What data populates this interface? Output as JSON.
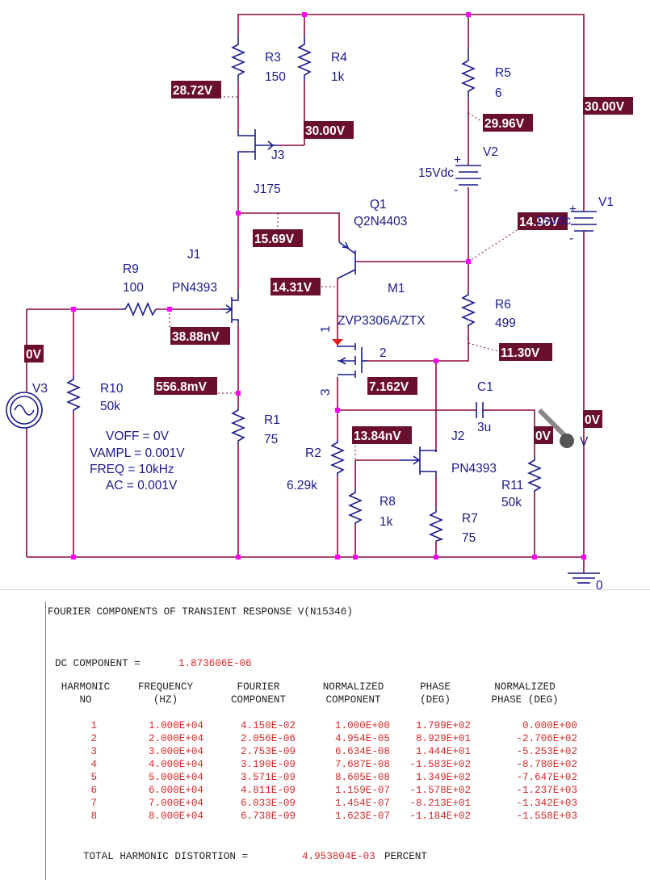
{
  "schematic": {
    "voltage_flags": {
      "r3_node": "28.72V",
      "j3_source": "30.00V",
      "top_rail": "30.00V",
      "v2_plus": "29.96V",
      "q1_emitter_node": "14.96V",
      "j1_drain": "15.69V",
      "q1_base": "14.31V",
      "j1_gate": "38.88nV",
      "r6_bottom": "11.30V",
      "j1_source": "556.8mV",
      "m1_source": "7.162V",
      "probe_out": "0V",
      "v3_node": "0V",
      "r11_node": "0V",
      "j2_gate": "13.84nV"
    },
    "labels": {
      "r3_name": "R3",
      "r3_value": "150",
      "r4_name": "R4",
      "r4_value": "1k",
      "r5_name": "R5",
      "r5_value": "6",
      "j3_name": "J3",
      "j3_model": "J175",
      "v2_name": "V2",
      "v2_value": "15Vdc",
      "v1_name": "V1",
      "v1_value": "15Vdc",
      "q1_name": "Q1",
      "q1_model": "Q2N4403",
      "j1_name": "J1",
      "j1_model": "PN4393",
      "r9_name": "R9",
      "r9_value": "100",
      "m1_name": "M1",
      "m1_model": "ZVP3306A/ZTX",
      "r6_name": "R6",
      "r6_value": "499",
      "m1_pin1": "1",
      "m1_pin2": "2",
      "m1_pin3": "3",
      "v3_name": "V3",
      "r10_name": "R10",
      "r10_value": "50k",
      "c1_name": "C1",
      "c1_value": "3u",
      "r1_name": "R1",
      "r1_value": "75",
      "j2_name": "J2",
      "j2_model": "PN4393",
      "r2_name": "R2",
      "r2_value": "6.29k",
      "r8_name": "R8",
      "r8_value": "1k",
      "r7_name": "R7",
      "r7_value": "75",
      "r11_name": "R11",
      "r11_value": "50k",
      "v_probe": "V",
      "plus_sign": "+",
      "minus_sign": "-",
      "ground_zero": "0"
    },
    "source_params": {
      "voff": "VOFF = 0V",
      "vampl": "VAMPL = 0.001V",
      "freq": "FREQ = 10kHz",
      "ac": "AC = 0.001V"
    },
    "colors": {
      "flag_bg": "#6b0f2f",
      "wire": "#8b0a3c",
      "component": "#1a1a8c",
      "node_dot": "#ff00ff",
      "marker": "#e02020"
    }
  },
  "output": {
    "title": "FOURIER COMPONENTS OF TRANSIENT RESPONSE V(N15346)",
    "dc_label": "DC COMPONENT =",
    "dc_value": "1.873606E-06",
    "headers": [
      [
        "HARMONIC",
        "NO"
      ],
      [
        "FREQUENCY",
        "(HZ)"
      ],
      [
        "FOURIER",
        "COMPONENT"
      ],
      [
        "NORMALIZED",
        "COMPONENT"
      ],
      [
        "PHASE",
        "(DEG)"
      ],
      [
        "NORMALIZED",
        "PHASE (DEG)"
      ]
    ],
    "rows": [
      [
        "1",
        "1.000E+04",
        "4.150E-02",
        "1.000E+00",
        "1.799E+02",
        "0.000E+00"
      ],
      [
        "2",
        "2.000E+04",
        "2.056E-06",
        "4.954E-05",
        "8.929E+01",
        "-2.706E+02"
      ],
      [
        "3",
        "3.000E+04",
        "2.753E-09",
        "6.634E-08",
        "1.444E+01",
        "-5.253E+02"
      ],
      [
        "4",
        "4.000E+04",
        "3.190E-09",
        "7.687E-08",
        "-1.583E+02",
        "-8.780E+02"
      ],
      [
        "5",
        "5.000E+04",
        "3.571E-09",
        "8.605E-08",
        "1.349E+02",
        "-7.647E+02"
      ],
      [
        "6",
        "6.000E+04",
        "4.811E-09",
        "1.159E-07",
        "-1.578E+02",
        "-1.237E+03"
      ],
      [
        "7",
        "7.000E+04",
        "6.033E-09",
        "1.454E-07",
        "-8.213E+01",
        "-1.342E+03"
      ],
      [
        "8",
        "8.000E+04",
        "6.738E-09",
        "1.623E-07",
        "-1.184E+02",
        "-1.558E+03"
      ]
    ],
    "thd_label": "TOTAL HARMONIC DISTORTION =",
    "thd_value": "4.953804E-03",
    "thd_unit": "PERCENT"
  }
}
